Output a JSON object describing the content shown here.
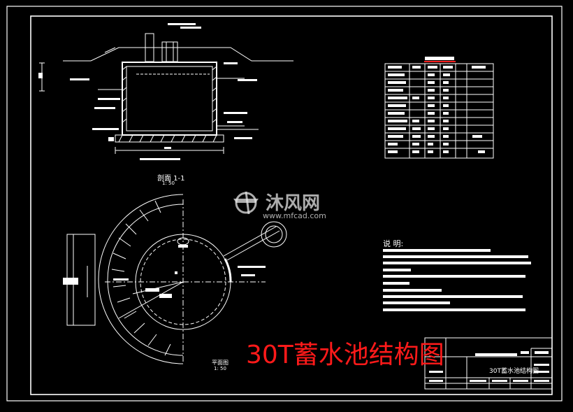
{
  "overlay_title": "30T蓄水池结构图",
  "title_block": {
    "drawing_name": "30T蓄水池结构图"
  },
  "notes": {
    "label": "说 明:"
  },
  "section_view": {
    "name": "剖面 1-1",
    "scale": "1: 50"
  },
  "plan_view": {
    "name": "平面图",
    "scale": "1: 50"
  },
  "watermark": {
    "main": "沐风网",
    "sub": "www.mfcad.com"
  },
  "colors": {
    "background": "#000000",
    "lines": "#ffffff",
    "overlay": "#ff1a1a",
    "highlight": "#ff2020"
  }
}
